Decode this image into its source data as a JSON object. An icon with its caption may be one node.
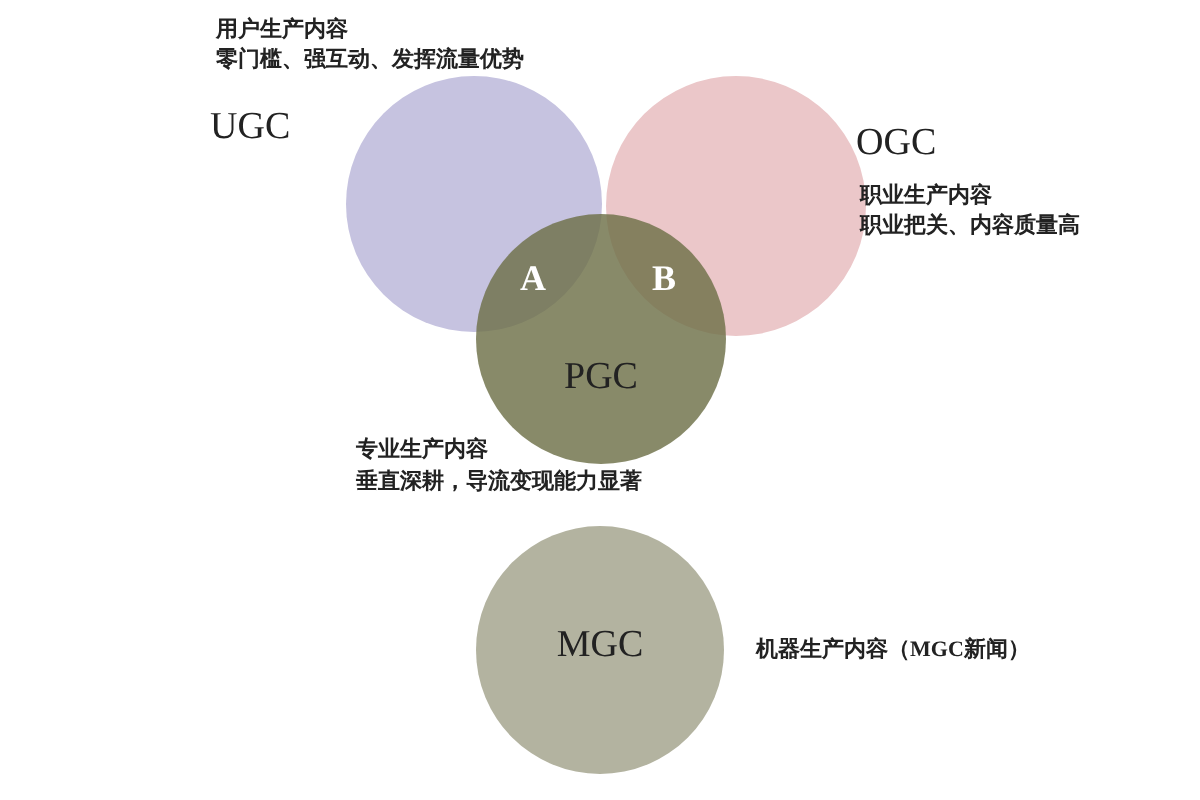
{
  "diagram": {
    "nodes": [
      {
        "text": [
          "UGC"
        ],
        "beside": [
          "用户生产内容",
          "零门槛、强互动、发挥流量优势"
        ]
      },
      {
        "text": [
          "OGC"
        ],
        "beside": [
          "职业生产内容",
          "职业把关、内容质量高"
        ]
      },
      {
        "text": [
          "PGC"
        ],
        "beside": [
          "专业生产内容",
          "垂直深耕，导流变现能力显著"
        ]
      },
      {
        "text": [
          "MGC"
        ],
        "beside": [
          "机器生产内容（MGC新闻）"
        ]
      }
    ],
    "labels": [
      "A",
      "B"
    ]
  }
}
